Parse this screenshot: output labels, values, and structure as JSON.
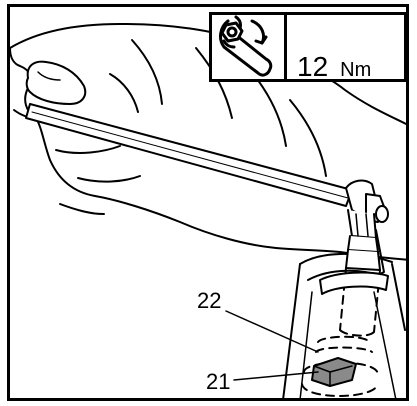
{
  "torque_spec": {
    "value": "12",
    "unit": "Nm",
    "icon": "torque-wrench-icon"
  },
  "callouts": [
    {
      "number": "22"
    },
    {
      "number": "21"
    }
  ]
}
